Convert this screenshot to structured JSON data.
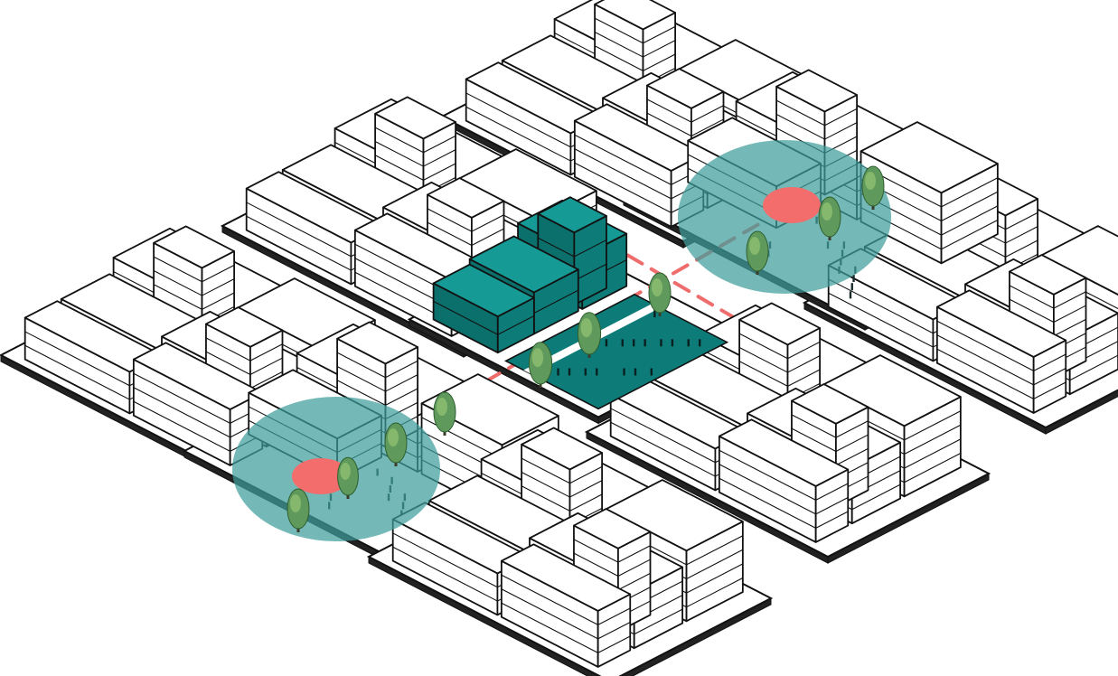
{
  "diagram": {
    "kind": "isometric urban block diagram",
    "blocks": [
      {
        "id": "north",
        "type": "residential"
      },
      {
        "id": "north-west",
        "type": "residential"
      },
      {
        "id": "west",
        "type": "residential"
      },
      {
        "id": "south-west",
        "type": "green-hub"
      },
      {
        "id": "south",
        "type": "residential"
      },
      {
        "id": "south-east",
        "type": "residential"
      },
      {
        "id": "east",
        "type": "residential"
      },
      {
        "id": "north-east",
        "type": "green-hub"
      },
      {
        "id": "center",
        "type": "civic-center"
      }
    ],
    "flows": [
      {
        "id": "flow-nw-se",
        "style": "dashed-arrow",
        "direction": "bidirectional"
      },
      {
        "id": "flow-sw-se",
        "style": "dashed-arrow",
        "direction": "bidirectional"
      },
      {
        "id": "flow-sw-ne",
        "style": "dashed-line",
        "direction": "none"
      }
    ],
    "colors": {
      "arrow": "#ee6c6c",
      "hub_glow": "#3e9e9b",
      "hub_core": "#f26d6b",
      "center_fill": "#0d7c78",
      "center_top": "#169a95",
      "building_fill": "#ffffff",
      "outline": "#111111",
      "tree": "#5f9a5c"
    }
  }
}
